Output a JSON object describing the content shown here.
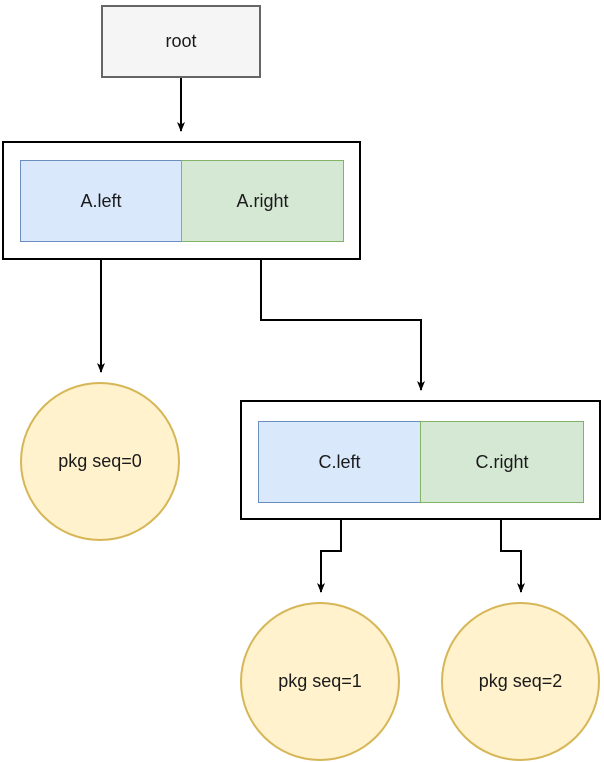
{
  "diagram": {
    "title": "binary tree package sequence diagram",
    "background": "#ffffff",
    "colors": {
      "root_fill": "#f5f5f5",
      "root_stroke": "#666666",
      "container_fill": "#ffffff",
      "container_stroke": "#000000",
      "left_cell_fill": "#dae8fc",
      "left_cell_stroke": "#6c8ebf",
      "right_cell_fill": "#d5e8d4",
      "right_cell_stroke": "#82b366",
      "circle_fill": "#fff2cc",
      "circle_stroke": "#d6b656",
      "edge_stroke": "#000000"
    },
    "nodes": {
      "root": {
        "label": "root",
        "shape": "rectangle"
      },
      "a": {
        "shape": "split-rectangle",
        "left": "A.left",
        "right": "A.right"
      },
      "c": {
        "shape": "split-rectangle",
        "left": "C.left",
        "right": "C.right"
      },
      "pkg0": {
        "label": "pkg seq=0",
        "shape": "ellipse"
      },
      "pkg1": {
        "label": "pkg seq=1",
        "shape": "ellipse"
      },
      "pkg2": {
        "label": "pkg seq=2",
        "shape": "ellipse"
      }
    },
    "edges": [
      {
        "from": "root",
        "to": "a",
        "label": ""
      },
      {
        "from": "a.left",
        "to": "pkg0",
        "label": ""
      },
      {
        "from": "a.right",
        "to": "c",
        "label": ""
      },
      {
        "from": "c.left",
        "to": "pkg1",
        "label": ""
      },
      {
        "from": "c.right",
        "to": "pkg2",
        "label": ""
      }
    ]
  }
}
